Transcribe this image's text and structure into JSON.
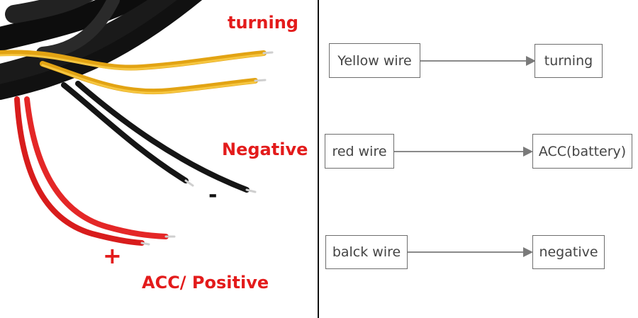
{
  "photo": {
    "labels": {
      "turning": "turning",
      "negative": "Negative",
      "acc_positive": "ACC/ Positive"
    },
    "symbols": {
      "minus": "-",
      "plus": "+"
    },
    "colors": {
      "label_red": "#e31b1b",
      "yellow_wire": "#f2b21b",
      "red_wire": "#e32222",
      "black_wire": "#151515"
    }
  },
  "mappings": [
    {
      "source": "Yellow wire",
      "target": "turning"
    },
    {
      "source": "red wire",
      "target": "ACC(battery)"
    },
    {
      "source": "balck wire",
      "target": "negative"
    }
  ]
}
